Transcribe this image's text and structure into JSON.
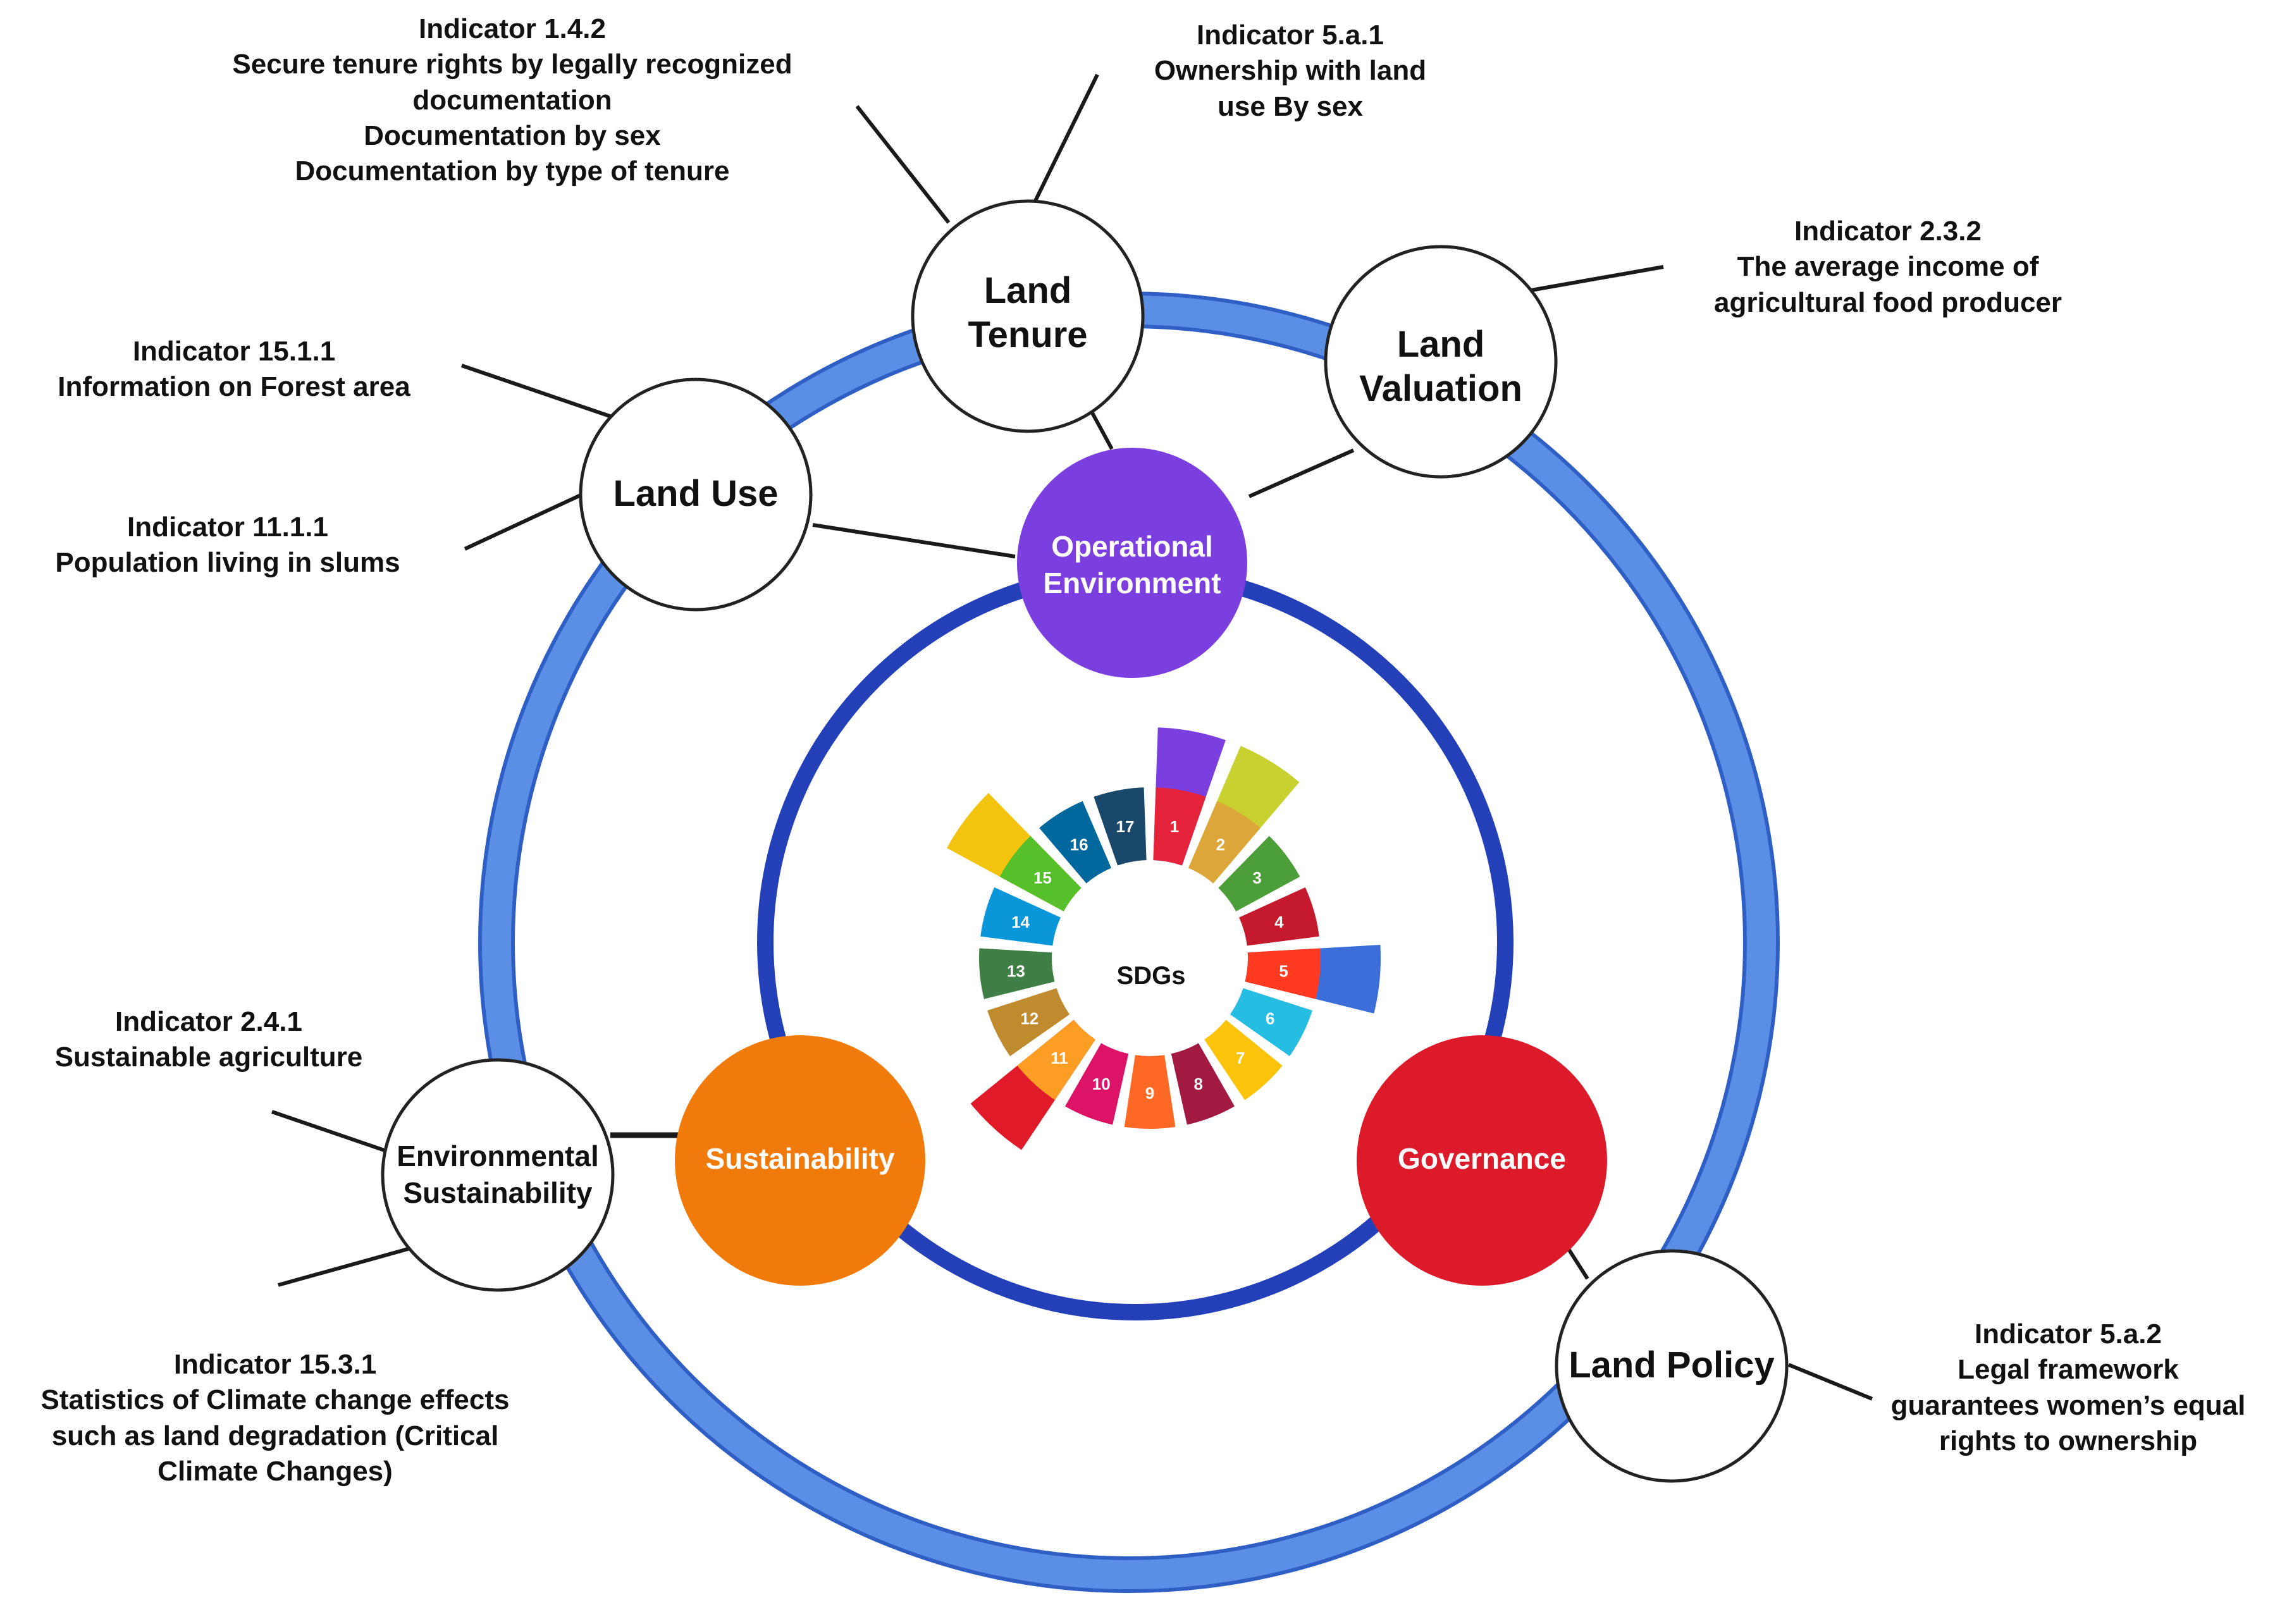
{
  "colors": {
    "outer_ring": "#5b8fe6",
    "outer_ring_edge": "#2f5fc4",
    "inner_ring": "#2340b8",
    "operational": "#7b3fe0",
    "sustainability": "#f07a0a",
    "governance": "#dd1a2a",
    "node_fill": "#ffffff",
    "connector": "#1a1a1a"
  },
  "center": {
    "label": "SDGs"
  },
  "hubs": {
    "operational": {
      "line1": "Operational",
      "line2": "Environment"
    },
    "sustainability": {
      "label": "Sustainability"
    },
    "governance": {
      "label": "Governance"
    }
  },
  "nodes": {
    "land_tenure": {
      "line1": "Land",
      "line2": "Tenure"
    },
    "land_valuation": {
      "line1": "Land",
      "line2": "Valuation"
    },
    "land_use": {
      "label": "Land Use"
    },
    "environmental": {
      "line1": "Environmental",
      "line2": "Sustainability"
    },
    "land_policy": {
      "label": "Land Policy"
    }
  },
  "indicators": {
    "i142": {
      "title": "Indicator 1.4.2",
      "lines": [
        "Secure tenure rights by legally recognized",
        "documentation",
        "Documentation by sex",
        "Documentation by type of tenure"
      ]
    },
    "i5a1": {
      "title": "Indicator 5.a.1",
      "lines": [
        "Ownership with land",
        "use By sex"
      ]
    },
    "i232": {
      "title": "Indicator 2.3.2",
      "lines": [
        "The average income of",
        "agricultural food producer"
      ]
    },
    "i1511": {
      "title": "Indicator 15.1.1",
      "lines": [
        "Information on Forest area"
      ]
    },
    "i1111": {
      "title": "Indicator 11.1.1",
      "lines": [
        "Population living in slums"
      ]
    },
    "i241": {
      "title": "Indicator 2.4.1",
      "lines": [
        "Sustainable agriculture"
      ]
    },
    "i1531": {
      "title": "Indicator 15.3.1",
      "lines": [
        "Statistics of Climate change effects",
        "such as land degradation (Critical",
        "Climate Changes)"
      ]
    },
    "i5a2": {
      "title": "Indicator 5.a.2",
      "lines": [
        "Legal framework",
        "guarantees women’s equal",
        "rights to ownership"
      ]
    }
  },
  "sdg_wheel": {
    "goals": [
      "1",
      "2",
      "3",
      "4",
      "5",
      "6",
      "7",
      "8",
      "9",
      "10",
      "11",
      "12",
      "13",
      "14",
      "15",
      "16",
      "17"
    ],
    "goal_colors": [
      "#e5243b",
      "#dda63a",
      "#4c9f38",
      "#c5192d",
      "#ff3a21",
      "#26bde2",
      "#fcc30b",
      "#a21942",
      "#fd6925",
      "#dd1367",
      "#fd9d24",
      "#bf8b2e",
      "#3f7e44",
      "#0a97d9",
      "#56c02b",
      "#00689d",
      "#19486a"
    ],
    "highlight_colors": [
      "#7b3fe0",
      "#c8d130",
      "",
      "",
      "#3b6ed8",
      "",
      "",
      "",
      "",
      "",
      "#e01a28",
      "",
      "",
      "",
      "#f2c40f",
      "",
      ""
    ]
  }
}
